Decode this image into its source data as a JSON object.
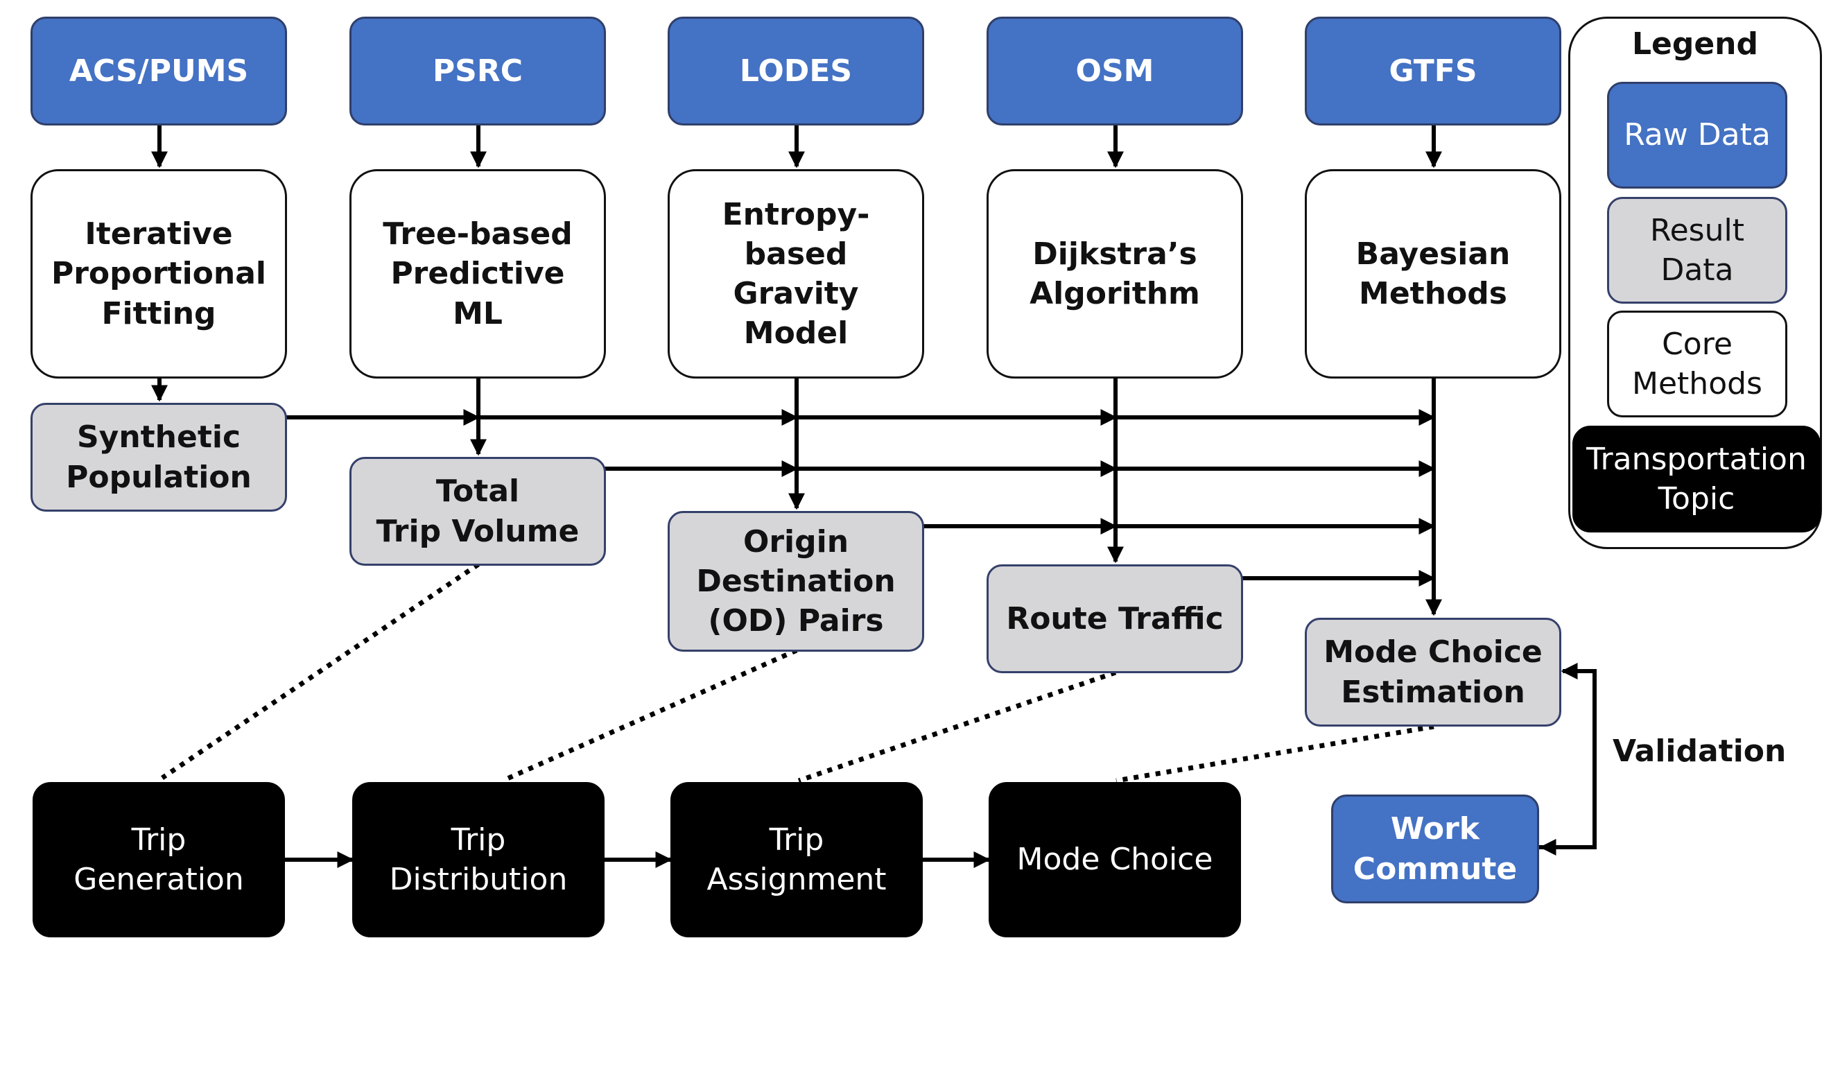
{
  "raw_data": {
    "acs_pums": "ACS/PUMS",
    "psrc": "PSRC",
    "lodes": "LODES",
    "osm": "OSM",
    "gtfs": "GTFS",
    "work_commute": "Work\nCommute"
  },
  "core_methods": {
    "ipf": "Iterative\nProportional\nFitting",
    "tree_ml": "Tree-based\nPredictive\nML",
    "gravity": "Entropy-\nbased\nGravity\nModel",
    "dijkstra": "Dijkstra’s\nAlgorithm",
    "bayesian": "Bayesian\nMethods"
  },
  "result_data": {
    "synthetic_population": "Synthetic\nPopulation",
    "total_trip_volume": "Total\nTrip Volume",
    "od_pairs": "Origin\nDestination\n(OD) Pairs",
    "route_traffic": "Route Traffic",
    "mode_choice_estimation": "Mode Choice\nEstimation"
  },
  "transportation_topics": {
    "trip_generation": "Trip\nGeneration",
    "trip_distribution": "Trip\nDistribution",
    "trip_assignment": "Trip\nAssignment",
    "mode_choice": "Mode Choice"
  },
  "validation_label": "Validation",
  "legend": {
    "title": "Legend",
    "raw": "Raw Data",
    "result": "Result\nData",
    "core": "Core\nMethods",
    "topic": "Transportation\nTopic"
  },
  "colors": {
    "raw_fill": "#4472c4",
    "result_fill": "#d6d6d9",
    "method_fill": "#ffffff",
    "topic_fill": "#000000"
  }
}
